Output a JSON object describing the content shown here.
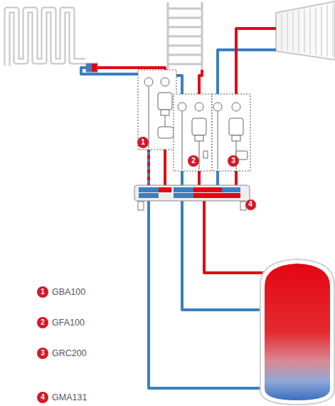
{
  "diagram": {
    "labels": [
      "1",
      "2",
      "3",
      "4",
      "1",
      "GBA100",
      "2",
      "GFA100",
      "3",
      "GRC200",
      "4",
      "GMA131"
    ]
  }
}
